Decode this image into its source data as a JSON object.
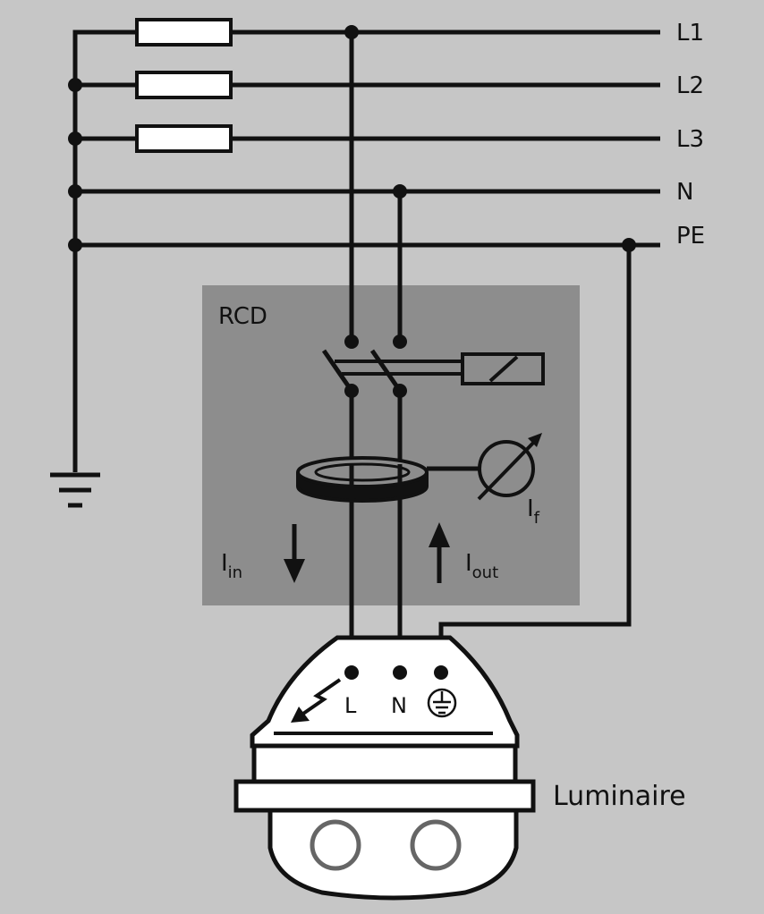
{
  "colors": {
    "background": "#c6c6c6",
    "rcd_box": "#8d8d8d",
    "line": "#111111",
    "white": "#ffffff",
    "lens_stroke": "#666666"
  },
  "conductors": [
    {
      "key": "l1",
      "label": "L1"
    },
    {
      "key": "l2",
      "label": "L2"
    },
    {
      "key": "l3",
      "label": "L3"
    },
    {
      "key": "n",
      "label": "N"
    },
    {
      "key": "pe",
      "label": "PE"
    }
  ],
  "rcd": {
    "label": "RCD",
    "current_in": {
      "symbol": "I",
      "subscript": "in"
    },
    "current_out": {
      "symbol": "I",
      "subscript": "out"
    },
    "current_fault": {
      "symbol": "I",
      "subscript": "f"
    }
  },
  "luminaire": {
    "label": "Luminaire",
    "terminals": [
      "L",
      "N"
    ],
    "earth_terminal_icon": "protective-earth-icon"
  },
  "icons": [
    "resistor-icon",
    "ground-icon",
    "trip-coil-icon",
    "current-transformer-icon",
    "meter-icon",
    "fault-lightning-icon",
    "arrow-down-icon",
    "arrow-up-icon"
  ]
}
